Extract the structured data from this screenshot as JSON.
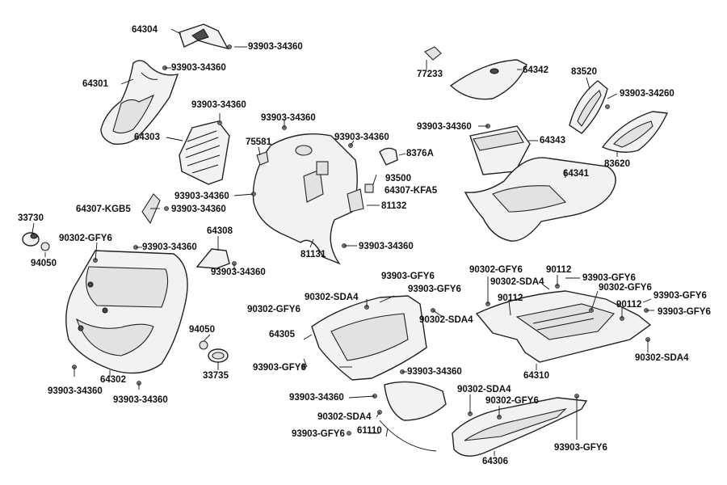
{
  "labels": {
    "l64304": "64304",
    "l93903_34360_a": "93903-34360",
    "l64301": "64301",
    "l93903_34360_b": "93903-34360",
    "l93903_34360_c": "93903-34360",
    "l64303": "64303",
    "l93903_34360_d": "93903-34360",
    "l75581": "75581",
    "l93903_34360_e": "93903-34360",
    "l8376A": "8376A",
    "l93500": "93500",
    "l64307_KFA5": "64307-KFA5",
    "l93903_34360_f": "93903-34360",
    "l64307_KGB5": "64307-KGB5",
    "l93903_34360_g": "93903-34360",
    "l81132": "81132",
    "l33730": "33730",
    "l90302_GFY6_a": "90302-GFY6",
    "l93903_34360_h": "93903-34360",
    "l64308": "64308",
    "l94050_a": "94050",
    "l93903_34360_i": "93903-34360",
    "l93903_34360_j": "93903-34360",
    "l81131": "81131",
    "l77233": "77233",
    "l64342": "64342",
    "l83520": "83520",
    "l93903_34260": "93903-34260",
    "l93903_34360_k": "93903-34360",
    "l64343": "64343",
    "l83620": "83620",
    "l64341": "64341",
    "l90302_GFY6_b": "90302-GFY6",
    "l90112_a": "90112",
    "l93903_GFY6_a": "93903-GFY6",
    "l93903_GFY6_b": "93903-GFY6",
    "l90302_SDA4_a": "90302-SDA4",
    "l90302_SDA4_b": "90302-SDA4",
    "l90302_GFY6_c": "90302-GFY6",
    "l90302_GFY6_d": "90302-GFY6",
    "l90112_b": "90112",
    "l93903_GFY6_c": "93903-GFY6",
    "l90302_SDA4_c": "90302-SDA4",
    "l90112_c": "90112",
    "l93903_GFY6_d": "93903-GFY6",
    "l64305": "64305",
    "l94050_b": "94050",
    "l93903_GFY6_e": "93903-GFY6",
    "l64310": "64310",
    "l90302_SDA4_d": "90302-SDA4",
    "l93903_34360_l": "93903-34360",
    "l33735": "33735",
    "l64302": "64302",
    "l93903_34360_m": "93903-34360",
    "l93903_34360_n": "93903-34360",
    "l93903_34360_o": "93903-34360",
    "l90302_SDA4_e": "90302-SDA4",
    "l90302_GFY6_e": "90302-GFY6",
    "l90302_SDA4_f": "90302-SDA4",
    "l61110": "61110",
    "l93903_GFY6_f": "93903-GFY6",
    "l64306": "64306",
    "l93903_GFY6_g": "93903-GFY6"
  }
}
